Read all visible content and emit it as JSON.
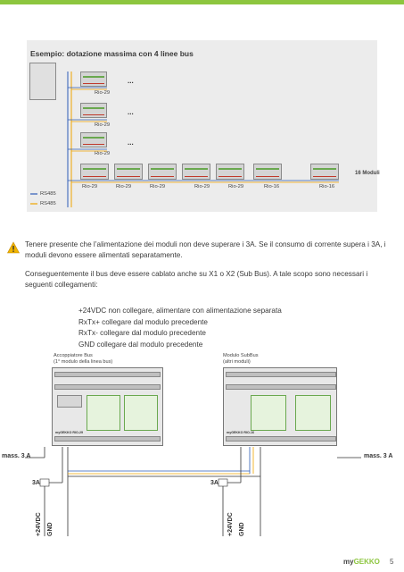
{
  "example": {
    "title": "Esempio: dotazione massima con 4 linee bus",
    "rows": [
      {
        "label": "Rio-29",
        "dots": "..."
      },
      {
        "label": "Rio-29",
        "dots": "..."
      },
      {
        "label": "Rio-29",
        "dots": "..."
      }
    ],
    "bottom_row_labels": [
      "Rio-29",
      "Rio-29",
      "Rio-29",
      "Rio-29",
      "Rio-29",
      "Rio-16",
      "Rio-16"
    ],
    "module_count": "16 Moduli",
    "legend": {
      "line1": "RS485",
      "line2": "RS485"
    },
    "colors": {
      "rs485_a": "#2e5cb8",
      "rs485_b": "#f0a500",
      "accent": "#8dc63f"
    }
  },
  "warning": {
    "icon": "warning-triangle-icon",
    "text": "Tenere presente che l’alimentazione dei moduli non deve superare i 3A. Se il consumo di corrente supera i 3A, i moduli devono essere alimentati separatamente."
  },
  "consequence": {
    "text": "Conseguentemente il bus deve essere cablato anche su X1 o X2 (Sub Bus). A tale scopo sono necessari i seguenti collegamenti:"
  },
  "connections": [
    "+24VDC non collegare, alimentare con alimentazione separata",
    "RxTx+ collegare dal modulo precedente",
    "RxTx- collegare dal modulo precedente",
    "GND collegare dal modulo precedente"
  ],
  "diagram": {
    "left_device": {
      "title": "Accoppiatore Bus",
      "subtitle": "(1° modulo della linea bus)",
      "name": "myGEKKO RIO-29"
    },
    "right_device": {
      "title": "Modulo SubBus",
      "subtitle": "(altri moduli)",
      "name": "myGEKKO RIO-16"
    },
    "mass_left": "mass. 3 A",
    "mass_right": "mass. 3 A",
    "fuse_left": "3A",
    "fuse_right": "3A",
    "supply_left": [
      "+24VDC",
      "GND"
    ],
    "supply_right": [
      "+24VDC",
      "GND"
    ]
  },
  "footer": {
    "brand_a": "my",
    "brand_b": "GEKKO",
    "page": "5"
  }
}
